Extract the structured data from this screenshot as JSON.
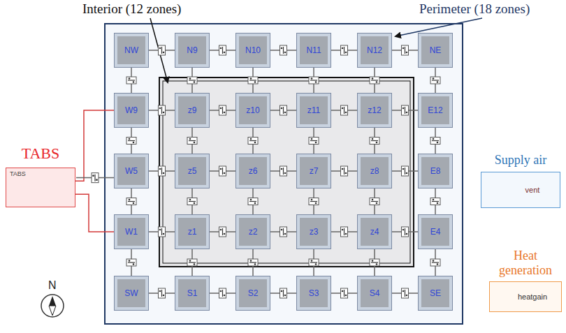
{
  "diagram": {
    "nodes": [
      {
        "text": [
          "NW"
        ]
      },
      {
        "text": [
          "N9"
        ]
      },
      {
        "text": [
          "N10"
        ]
      },
      {
        "text": [
          "N11"
        ]
      },
      {
        "text": [
          "N12"
        ]
      },
      {
        "text": [
          "NE"
        ]
      },
      {
        "text": [
          "W9"
        ]
      },
      {
        "text": [
          "z9"
        ]
      },
      {
        "text": [
          "z10"
        ]
      },
      {
        "text": [
          "z11"
        ]
      },
      {
        "text": [
          "z12"
        ]
      },
      {
        "text": [
          "E12"
        ]
      },
      {
        "text": [
          "W5"
        ]
      },
      {
        "text": [
          "z5"
        ]
      },
      {
        "text": [
          "z6"
        ]
      },
      {
        "text": [
          "z7"
        ]
      },
      {
        "text": [
          "z8"
        ]
      },
      {
        "text": [
          "E8"
        ]
      },
      {
        "text": [
          "W1"
        ]
      },
      {
        "text": [
          "z1"
        ]
      },
      {
        "text": [
          "z2"
        ]
      },
      {
        "text": [
          "z3"
        ]
      },
      {
        "text": [
          "z4"
        ]
      },
      {
        "text": [
          "E4"
        ]
      },
      {
        "text": [
          "SW"
        ]
      },
      {
        "text": [
          "S1"
        ]
      },
      {
        "text": [
          "S2"
        ]
      },
      {
        "text": [
          "S3"
        ]
      },
      {
        "text": [
          "S4"
        ]
      },
      {
        "text": [
          "SE"
        ]
      },
      {
        "text": [
          "TABS",
          "TABS"
        ]
      },
      {
        "text": [
          "Supply air",
          "vent"
        ]
      },
      {
        "text": [
          "Heat generation",
          "heatgain"
        ]
      }
    ],
    "edges": [
      {
        "from": 0,
        "to": 1,
        "arrow": "none"
      },
      {
        "from": 1,
        "to": 2,
        "arrow": "none"
      },
      {
        "from": 2,
        "to": 3,
        "arrow": "none"
      },
      {
        "from": 3,
        "to": 4,
        "arrow": "none"
      },
      {
        "from": 4,
        "to": 5,
        "arrow": "none"
      },
      {
        "from": 6,
        "to": 7,
        "arrow": "none"
      },
      {
        "from": 7,
        "to": 8,
        "arrow": "none"
      },
      {
        "from": 8,
        "to": 9,
        "arrow": "none"
      },
      {
        "from": 9,
        "to": 10,
        "arrow": "none"
      },
      {
        "from": 10,
        "to": 11,
        "arrow": "none"
      },
      {
        "from": 12,
        "to": 13,
        "arrow": "none"
      },
      {
        "from": 13,
        "to": 14,
        "arrow": "none"
      },
      {
        "from": 14,
        "to": 15,
        "arrow": "none"
      },
      {
        "from": 15,
        "to": 16,
        "arrow": "none"
      },
      {
        "from": 16,
        "to": 17,
        "arrow": "none"
      },
      {
        "from": 18,
        "to": 19,
        "arrow": "none"
      },
      {
        "from": 19,
        "to": 20,
        "arrow": "none"
      },
      {
        "from": 20,
        "to": 21,
        "arrow": "none"
      },
      {
        "from": 21,
        "to": 22,
        "arrow": "none"
      },
      {
        "from": 22,
        "to": 23,
        "arrow": "none"
      },
      {
        "from": 24,
        "to": 25,
        "arrow": "none"
      },
      {
        "from": 25,
        "to": 26,
        "arrow": "none"
      },
      {
        "from": 26,
        "to": 27,
        "arrow": "none"
      },
      {
        "from": 27,
        "to": 28,
        "arrow": "none"
      },
      {
        "from": 28,
        "to": 29,
        "arrow": "none"
      },
      {
        "from": 0,
        "to": 6,
        "arrow": "none"
      },
      {
        "from": 1,
        "to": 7,
        "arrow": "none"
      },
      {
        "from": 2,
        "to": 8,
        "arrow": "none"
      },
      {
        "from": 3,
        "to": 9,
        "arrow": "none"
      },
      {
        "from": 4,
        "to": 10,
        "arrow": "none"
      },
      {
        "from": 5,
        "to": 11,
        "arrow": "none"
      },
      {
        "from": 6,
        "to": 12,
        "arrow": "none"
      },
      {
        "from": 7,
        "to": 13,
        "arrow": "none"
      },
      {
        "from": 8,
        "to": 14,
        "arrow": "none"
      },
      {
        "from": 9,
        "to": 15,
        "arrow": "none"
      },
      {
        "from": 10,
        "to": 16,
        "arrow": "none"
      },
      {
        "from": 11,
        "to": 17,
        "arrow": "none"
      },
      {
        "from": 12,
        "to": 18,
        "arrow": "none"
      },
      {
        "from": 13,
        "to": 19,
        "arrow": "none"
      },
      {
        "from": 14,
        "to": 20,
        "arrow": "none"
      },
      {
        "from": 15,
        "to": 21,
        "arrow": "none"
      },
      {
        "from": 16,
        "to": 22,
        "arrow": "none"
      },
      {
        "from": 17,
        "to": 23,
        "arrow": "none"
      },
      {
        "from": 18,
        "to": 24,
        "arrow": "none"
      },
      {
        "from": 19,
        "to": 25,
        "arrow": "none"
      },
      {
        "from": 20,
        "to": 26,
        "arrow": "none"
      },
      {
        "from": 21,
        "to": 27,
        "arrow": "none"
      },
      {
        "from": 22,
        "to": 28,
        "arrow": "none"
      },
      {
        "from": 23,
        "to": 29,
        "arrow": "none"
      },
      {
        "from": 30,
        "to": 6,
        "arrow": "none"
      },
      {
        "from": 30,
        "to": 12,
        "arrow": "none"
      },
      {
        "from": 30,
        "to": 18,
        "arrow": "none"
      }
    ],
    "labels": [
      "Interior (12 zones)",
      "Perimeter (18 zones)",
      "N"
    ]
  }
}
